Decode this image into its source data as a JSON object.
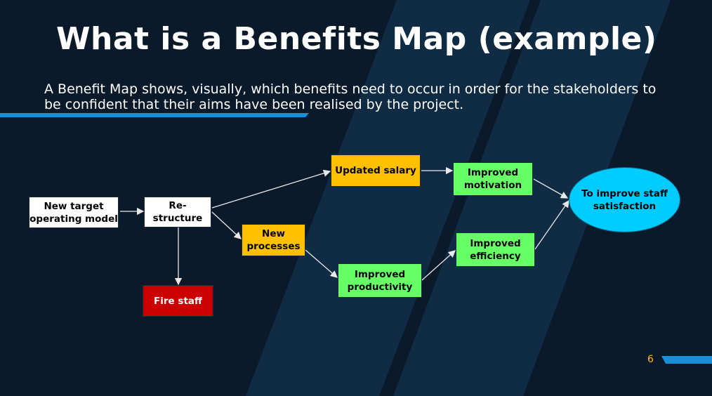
{
  "slide": {
    "title": "What is a Benefits Map (example)",
    "subtitle": "A Benefit Map shows, visually, which benefits need to occur in order for the stakeholders to be confident that their aims have been realised by the project.",
    "page_number": "6"
  },
  "diagram": {
    "nodes": {
      "new_target": "New target operating model",
      "restructure": "Re-structure",
      "fire_staff": "Fire staff",
      "updated_salary": "Updated salary",
      "new_processes": "New processes",
      "improved_motivation": "Improved motivation",
      "improved_productivity": "Improved productivity",
      "improved_efficiency": "Improved efficiency",
      "staff_satisfaction": "To improve staff satisfaction"
    },
    "edges": [
      {
        "from": "new_target",
        "to": "restructure"
      },
      {
        "from": "restructure",
        "to": "updated_salary"
      },
      {
        "from": "restructure",
        "to": "new_processes"
      },
      {
        "from": "restructure",
        "to": "fire_staff"
      },
      {
        "from": "updated_salary",
        "to": "improved_motivation"
      },
      {
        "from": "new_processes",
        "to": "improved_productivity"
      },
      {
        "from": "improved_productivity",
        "to": "improved_efficiency"
      },
      {
        "from": "improved_motivation",
        "to": "staff_satisfaction"
      },
      {
        "from": "improved_efficiency",
        "to": "staff_satisfaction"
      }
    ],
    "colors": {
      "background": "#0b1a2a",
      "stripe": "#0f2c44",
      "accent_blue": "#1a8fd6",
      "enabler": "#ffffff",
      "change": "#ffc000",
      "benefit": "#66ff66",
      "disbenefit": "#cc0000",
      "objective": "#00ccff"
    }
  }
}
